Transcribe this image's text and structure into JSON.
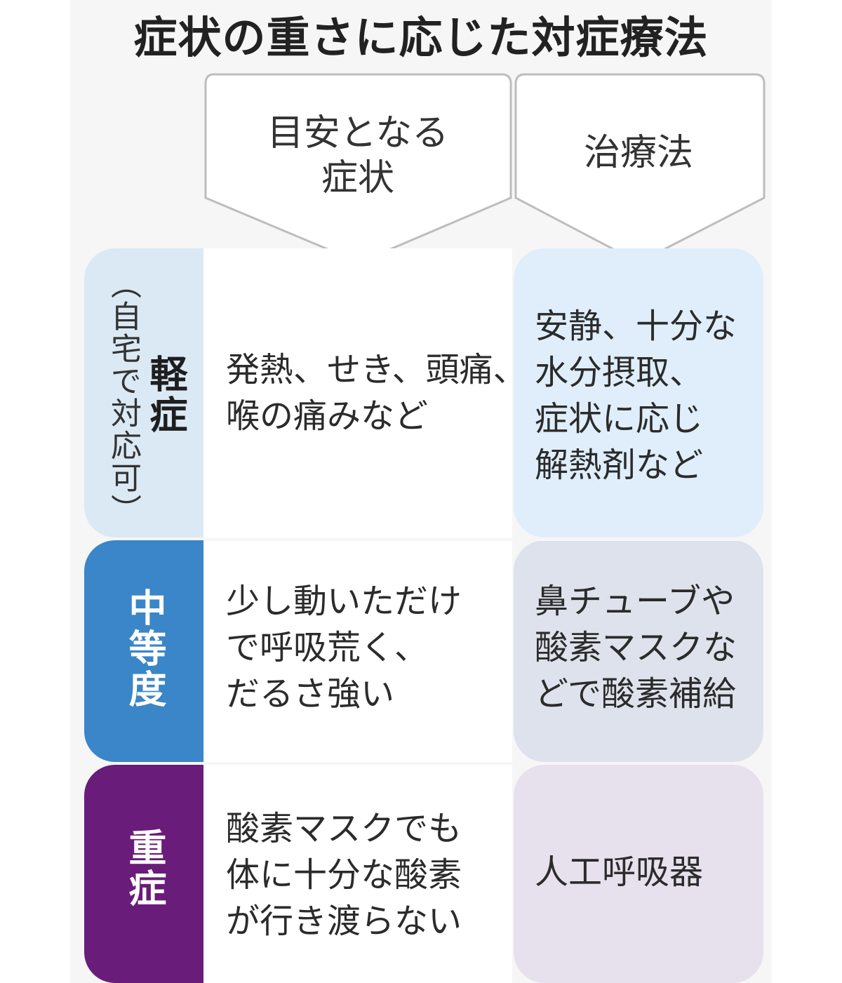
{
  "title": "症状の重さに応じた対症療法",
  "headers": {
    "symptoms": [
      "目安となる",
      "症状"
    ],
    "treatment": "治療法"
  },
  "rows": [
    {
      "severity": "軽症",
      "note": "（自宅で対応可）",
      "symptoms": [
        "発熱、せき、頭痛、",
        "喉の痛みなど"
      ],
      "treatment": [
        "安静、十分な",
        "水分摂取、",
        "症状に応じ",
        "解熱剤など"
      ]
    },
    {
      "severity": "中等度",
      "symptoms": [
        "少し動いただけ",
        "で呼吸荒く、",
        "だるさ強い"
      ],
      "treatment": [
        "鼻チューブや",
        "酸素マスクな",
        "どで酸素補給"
      ]
    },
    {
      "severity": "重症",
      "symptoms": [
        "酸素マスクでも",
        "体に十分な酸素",
        "が行き渡らない"
      ],
      "treatment": [
        "人工呼吸器"
      ]
    }
  ],
  "colors": {
    "mild": "#dbe9f5",
    "moderate": "#3a86c8",
    "severe": "#6a1c7a"
  }
}
